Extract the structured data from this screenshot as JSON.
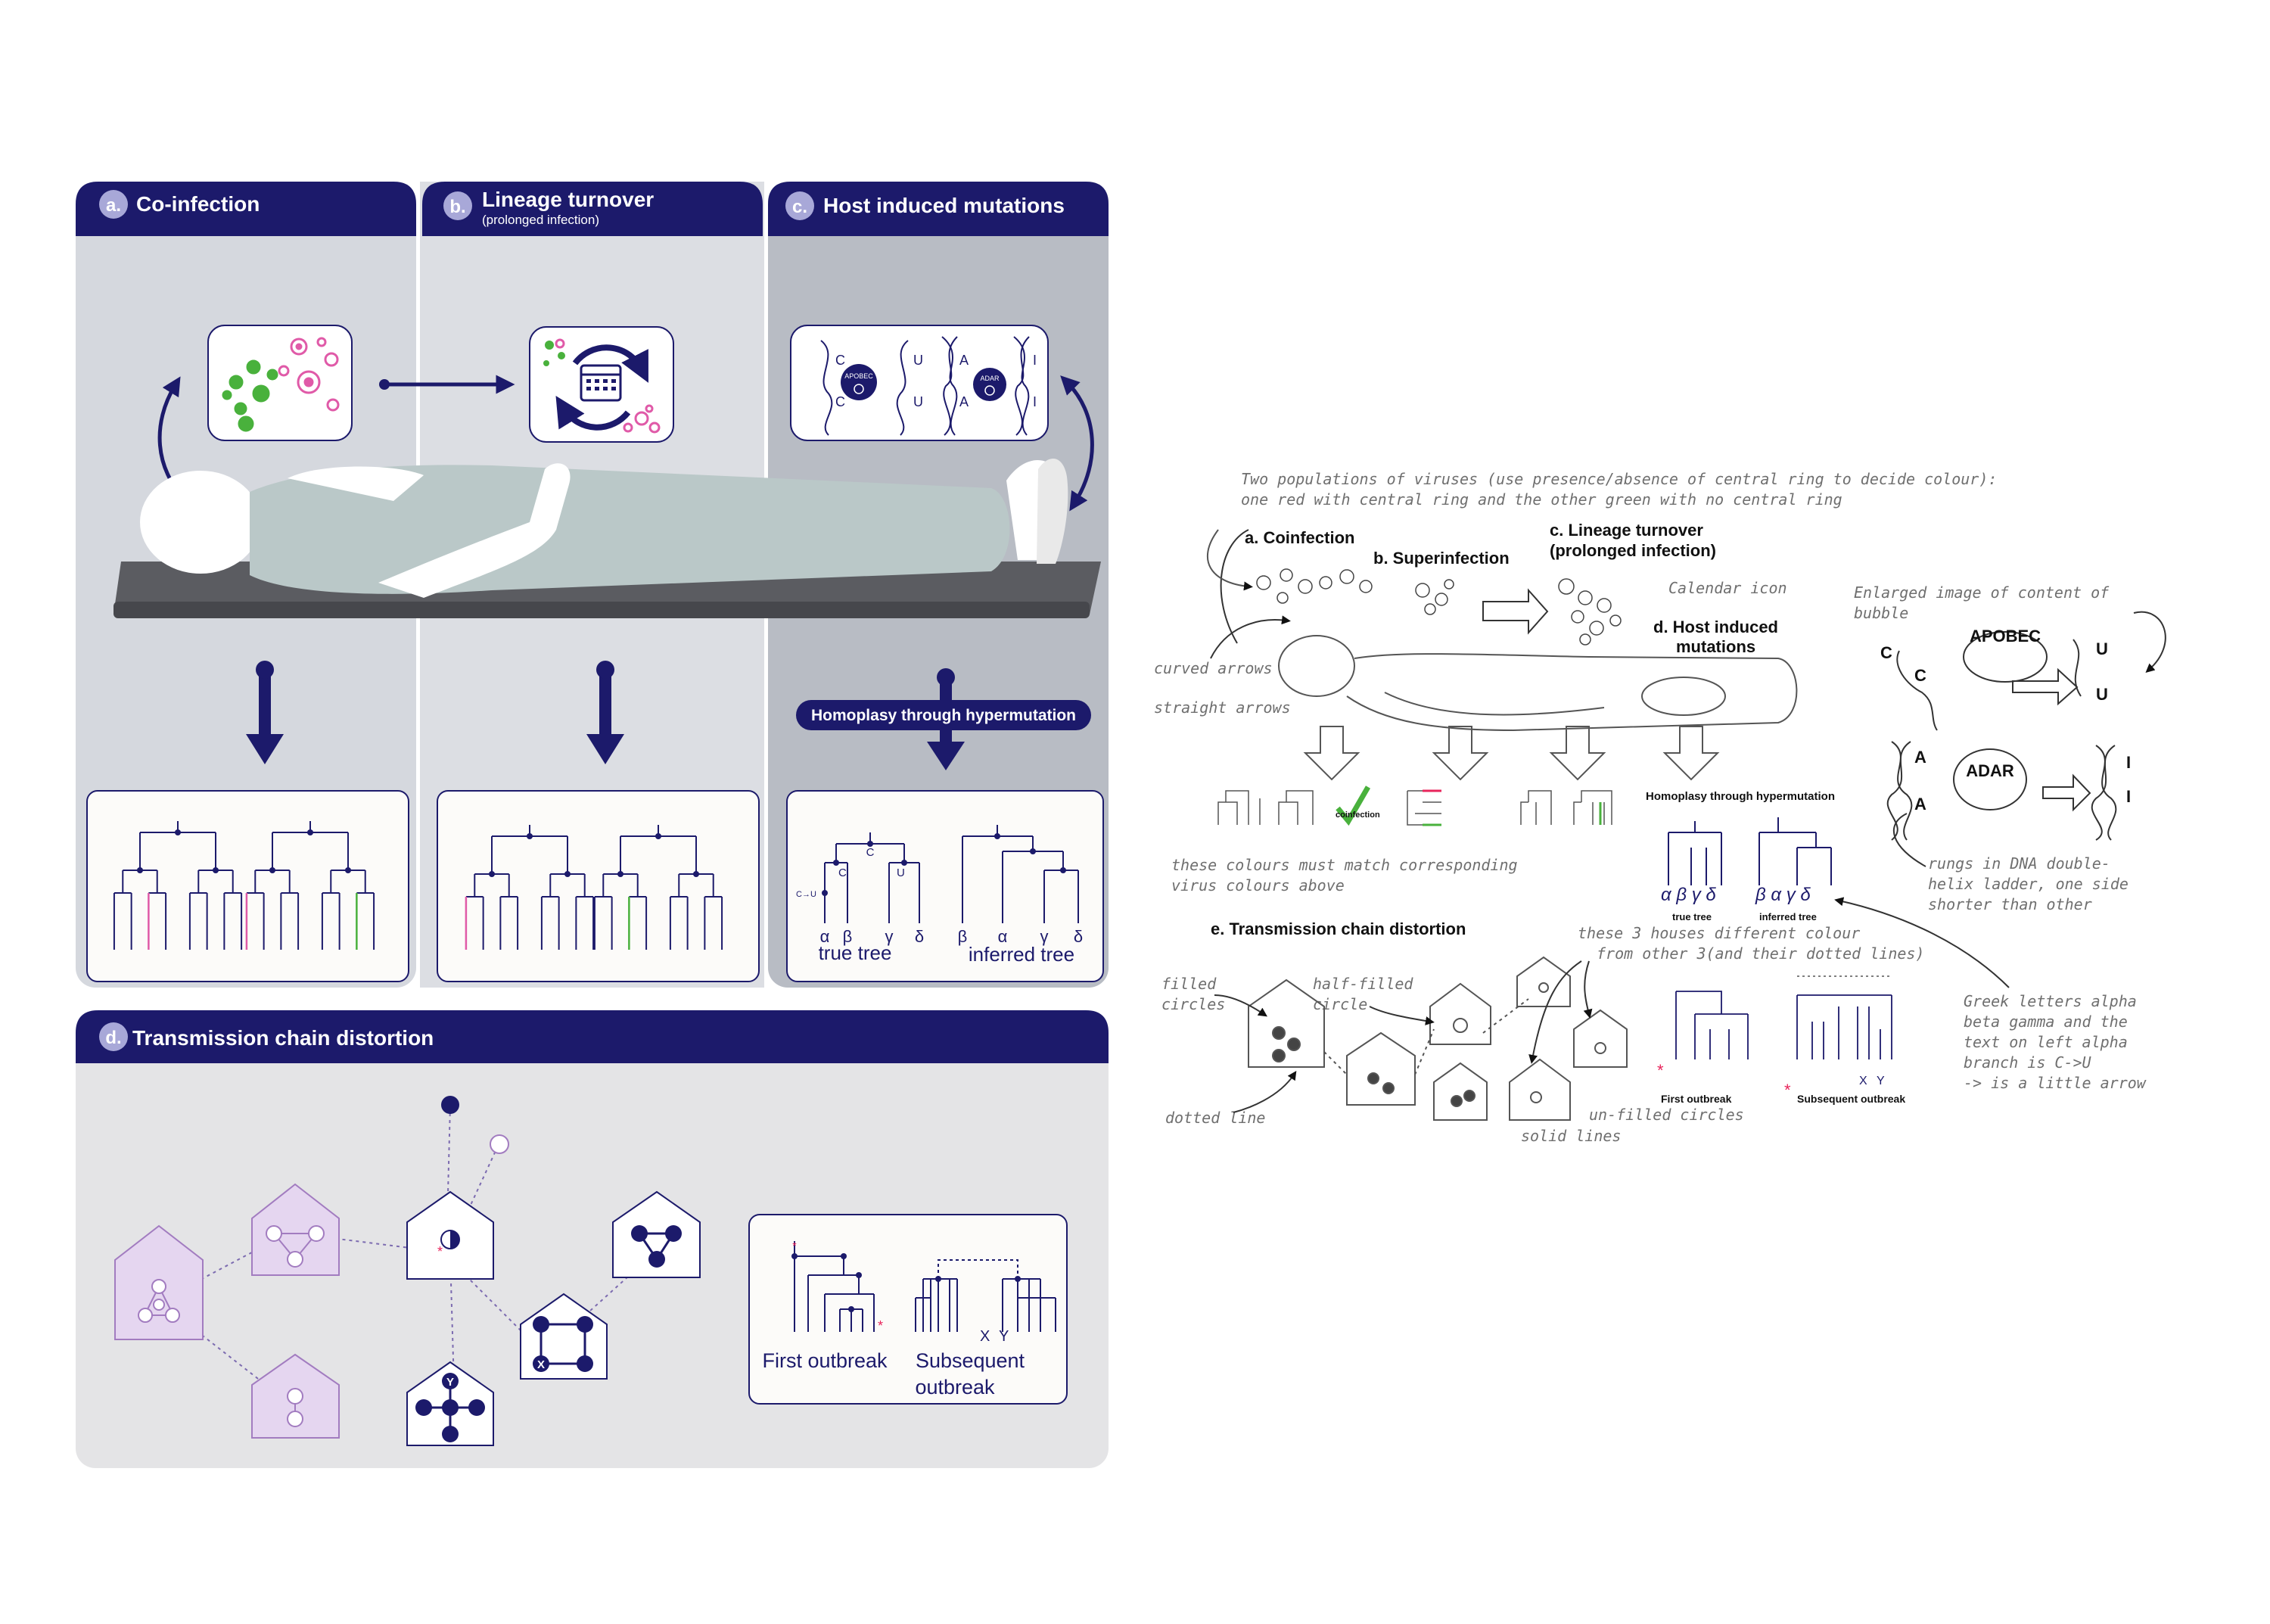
{
  "colors": {
    "navy": "#1c1a6b",
    "panel_a": "#d5d8de",
    "panel_b": "#dcdee3",
    "panel_c": "#b8bcc4",
    "panel_d": "#e4e4e6",
    "pink": "#e05aa8",
    "green": "#49b13c",
    "lavender": "#e5d6f0",
    "lavender_stroke": "#a27cc0",
    "red_star": "#e8245b"
  },
  "figure": {
    "panel_a": {
      "letter": "a.",
      "title": "Co-infection"
    },
    "panel_b": {
      "letter": "b.",
      "title": "Lineage turnover",
      "subtitle": "(prolonged infection)"
    },
    "panel_c": {
      "letter": "c.",
      "title": "Host induced mutations",
      "banner": "Homoplasy through hypermutation",
      "apobec": "APOBEC",
      "adar": "ADAR",
      "bases": {
        "c": "C",
        "u": "U",
        "a": "A",
        "i": "I"
      },
      "mutation_label": "C→U",
      "greek": [
        "α",
        "β",
        "γ",
        "δ"
      ],
      "greek_inferred": [
        "β",
        "α",
        "γ",
        "δ"
      ],
      "true_tree": "true tree",
      "inferred_tree": "inferred tree"
    },
    "panel_d": {
      "letter": "d.",
      "title": "Transmission chain distortion",
      "first_outbreak": "First outbreak",
      "subsequent_1": "Subsequent",
      "subsequent_2": "outbreak",
      "x": "X",
      "y": "Y"
    }
  },
  "sketch": {
    "note_top_1": "Two populations of viruses (use presence/absence of central ring to decide colour):",
    "note_top_2": "one red with central ring and the other green with no central ring",
    "title_a": "a. Coinfection",
    "title_b": "b. Superinfection",
    "title_c_1": "c. Lineage turnover",
    "title_c_2": "(prolonged infection)",
    "calendar_icon": "Calendar icon",
    "enlarged_1": "Enlarged image of content of",
    "enlarged_2": "bubble",
    "title_d_1": "d. Host induced",
    "title_d_2": "mutations",
    "curved_arrows": "curved arrows",
    "straight_arrows": "straight arrows",
    "apobec": "APOBEC",
    "adar": "ADAR",
    "coinfection_small": "coinfection",
    "homoplasy": "Homoplasy through hypermutation",
    "colours_1": "these colours must match corresponding",
    "colours_2": "virus colours above",
    "true_tree": "true tree",
    "inferred_tree": "inferred tree",
    "greek_left": "α β γ δ",
    "greek_right": "β   α γ δ",
    "rungs_1": "rungs in DNA double-",
    "rungs_2": "helix ladder, one side",
    "rungs_3": "shorter than other",
    "title_e": "e. Transmission chain distortion",
    "houses_1": "these 3 houses different colour",
    "houses_2": "from other 3(and their dotted lines)",
    "filled_1": "filled",
    "filled_2": "circles",
    "half_1": "half-filled",
    "half_2": "circle",
    "dotted_line": "dotted line",
    "unfilled": "un-filled circles",
    "solid_lines": "solid lines",
    "first_outbreak": "First outbreak",
    "subsequent_outbreak": "Subsequent outbreak",
    "greek_note_1": "Greek letters alpha",
    "greek_note_2": "beta gamma and the",
    "greek_note_3": "text on left alpha",
    "greek_note_4": "branch is C->U",
    "greek_note_5": "-> is a little arrow",
    "x": "X",
    "y": "Y",
    "c": "C",
    "u": "U",
    "a": "A",
    "i": "I"
  }
}
